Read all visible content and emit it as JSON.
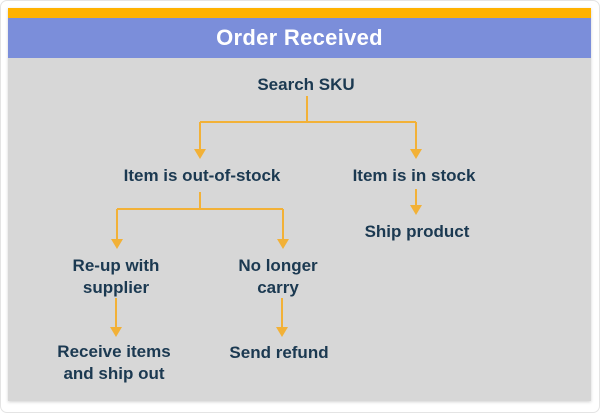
{
  "title": "Order Received",
  "diagram": {
    "type": "flowchart",
    "nodes": {
      "search_sku": {
        "label": "Search SKU"
      },
      "out_of_stock": {
        "label": "Item is out-of-stock"
      },
      "in_stock": {
        "label": "Item is in stock"
      },
      "ship_product": {
        "label": "Ship product"
      },
      "reup": {
        "line1": "Re-up with",
        "line2": "supplier"
      },
      "no_longer": {
        "line1": "No longer",
        "line2": "carry"
      },
      "receive": {
        "line1": "Receive items",
        "line2": "and ship out"
      },
      "send_refund": {
        "label": "Send refund"
      }
    },
    "edges": [
      {
        "from": "Search SKU",
        "to": "Item is out-of-stock"
      },
      {
        "from": "Search SKU",
        "to": "Item is in stock"
      },
      {
        "from": "Item is in stock",
        "to": "Ship product"
      },
      {
        "from": "Item is out-of-stock",
        "to": "Re-up with supplier"
      },
      {
        "from": "Item is out-of-stock",
        "to": "No longer carry"
      },
      {
        "from": "Re-up with supplier",
        "to": "Receive items and ship out"
      },
      {
        "from": "No longer carry",
        "to": "Send refund"
      }
    ],
    "colors": {
      "top_strip": "#FFB200",
      "header_bar": "#7B8EDA",
      "header_text": "#FFFFFF",
      "background": "#D7D7D7",
      "arrows": "#F2B137",
      "text": "#1B3951"
    }
  }
}
